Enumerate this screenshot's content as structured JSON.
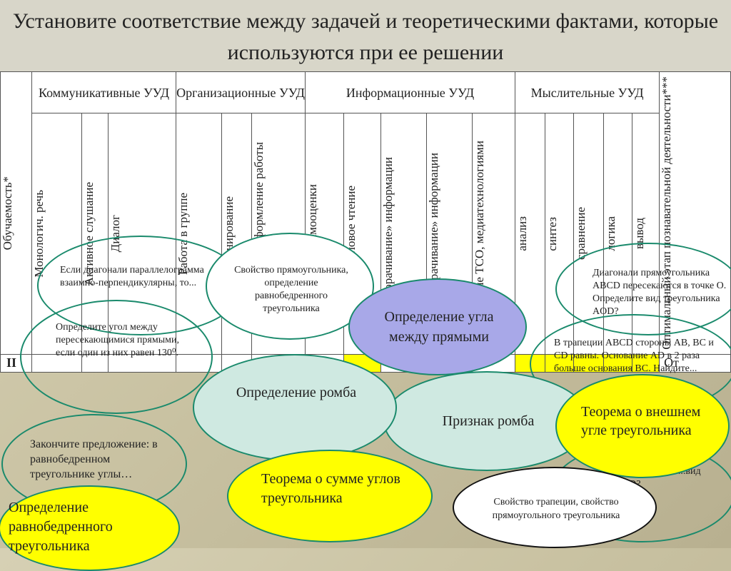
{
  "title": "Установите соответствие между задачей и теоретическими фактами, которые используются при ее решении",
  "table": {
    "first_col": "Обучаемость*",
    "groups": [
      "Коммуникативные УУД",
      "Организационные УУД",
      "Информационные УУД",
      "Мыслительные УУД"
    ],
    "last_col": "Оптимальный этап познавательной деятельности***",
    "columns": [
      "Монологич. речь",
      "Активное слушание",
      "Диалог",
      "Работа в группе",
      "Планирование",
      "Рабочее место, оформление работы",
      "Навык самооценки",
      "Смысловое чтение",
      "«Сворачивание» информации",
      "«Разворачивание» информации",
      "Владение ТСО, медиатехнологиями",
      "анализ",
      "синтез",
      "сравнение",
      "логика",
      "вывод"
    ],
    "row_label": "II",
    "row_last": "От"
  },
  "ellipses": {
    "e1": "Если диагонали параллелограмма взаимно-перпендикулярны, то...",
    "e2": "Свойство прямоугольника, определение равнобедренного треугольника",
    "e3": "Диагонали прямоугольника ABCD пересекаются в точке O. Определите вид треугольника AOD?",
    "e4": "Определение угла между прямыми",
    "e5": "Определите угол между пересекающимися прямыми, если один из них равен 130⁰.",
    "e6": "В трапеции ABCD стороны AB, BC и CD равны. Основание AD в 2 раза больше основания BC. Найдите...",
    "e7": "Определение ромба",
    "e8": "Признак ромба",
    "e9": "Теорема о внешнем угле треугольника",
    "e10": "Закончите предложение: в равнобедренном треугольнике углы…",
    "e11": "Теорема о сумме углов треугольника",
    "e12": "...равна стороне ...вид ...BCD?",
    "e13": "Свойство трапеции, свойство прямоугольного треугольника",
    "e14": "Определение равнобедренного треугольника"
  }
}
